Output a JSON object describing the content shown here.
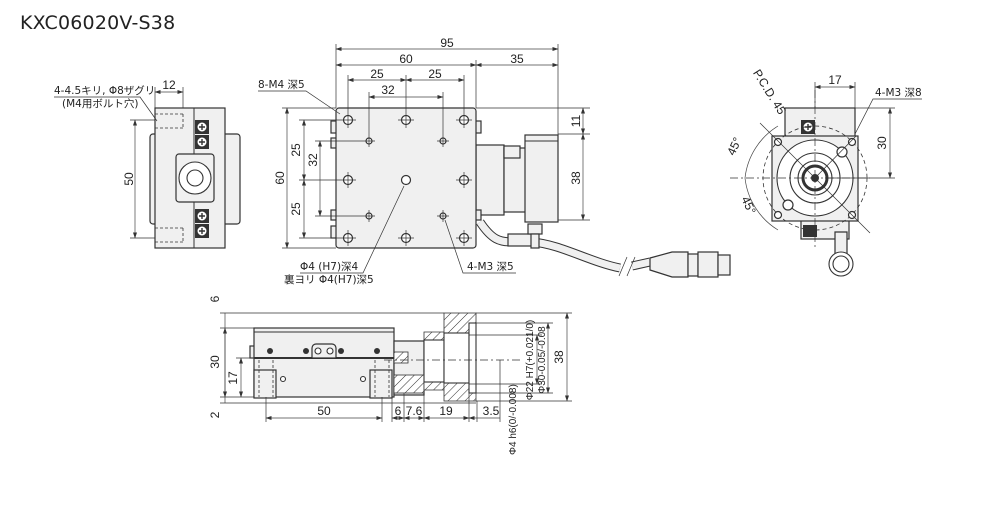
{
  "title": "KXC06020V-S38",
  "side_view": {
    "note_line1": "4-4.5キリ, Φ8ザグリ",
    "note_line2": "(M4用ボルト穴)",
    "dim_width": "12",
    "dim_height": "50"
  },
  "top_view": {
    "dim_total": "95",
    "dim_stage": "60",
    "dim_motor": "35",
    "dim_pitch_a": "25",
    "dim_pitch_b": "25",
    "dim_m3_pitch": "32",
    "dim_height": "60",
    "dim_v_pitch_a": "25",
    "dim_v_pitch_b": "25",
    "dim_v_m3_pitch": "32",
    "dim_motor_offset": "11",
    "dim_motor_height": "38",
    "note_m4": "8-M4 深5",
    "note_pin_line1": "Φ4 (H7)深4",
    "note_pin_line2": "裏ヨリ Φ4(H7)深5",
    "note_m3": "4-M3 深5"
  },
  "end_view": {
    "pcd": "P.C.D. 45",
    "angle_top": "45°",
    "angle_bottom": "45°",
    "dim_offset": "17",
    "dim_height": "30",
    "note_m3": "4-M3 深8"
  },
  "front_view": {
    "dim_top": "6",
    "dim_height": "30",
    "dim_bottom": "2",
    "dim_center": "17",
    "dim_hole_pitch": "50",
    "dim_a": "6",
    "dim_b": "7.6",
    "dim_c": "19",
    "dim_d": "3.5",
    "dim_flange": "38",
    "dim_phi30": "Φ30-0.05/-0.08",
    "dim_phi22": "Φ22 H7(+0.021/0)",
    "dim_shaft": "Φ4 h6(0/-0.008)"
  }
}
